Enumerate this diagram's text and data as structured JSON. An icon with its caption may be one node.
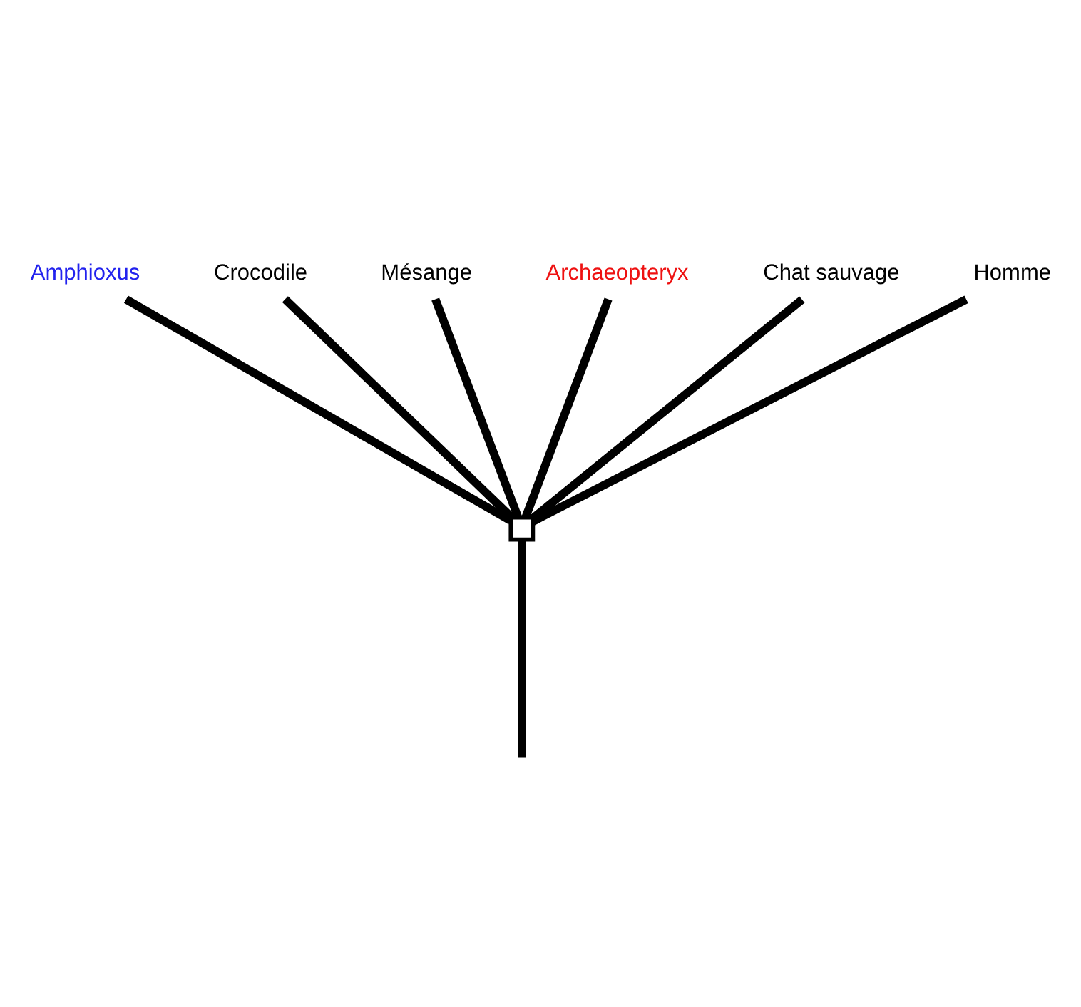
{
  "diagram": {
    "nodes": [
      {
        "text": [
          "Amphioxus"
        ]
      },
      {
        "text": [
          "Crocodile"
        ]
      },
      {
        "text": [
          "Mésange"
        ]
      },
      {
        "text": [
          "Archaeopteryx"
        ]
      },
      {
        "text": [
          "Chat sauvage"
        ]
      },
      {
        "text": [
          "Homme"
        ]
      },
      {
        "text": [],
        "shape": "box"
      }
    ],
    "edges": [
      {
        "from": 6,
        "to": 0,
        "arrow": "none"
      },
      {
        "from": 6,
        "to": 1,
        "arrow": "none"
      },
      {
        "from": 6,
        "to": 2,
        "arrow": "none"
      },
      {
        "from": 6,
        "to": 3,
        "arrow": "none"
      },
      {
        "from": 6,
        "to": 4,
        "arrow": "none"
      },
      {
        "from": 6,
        "to": 5,
        "arrow": "none"
      },
      {
        "from": null,
        "to": 6,
        "arrow": "none"
      }
    ]
  }
}
